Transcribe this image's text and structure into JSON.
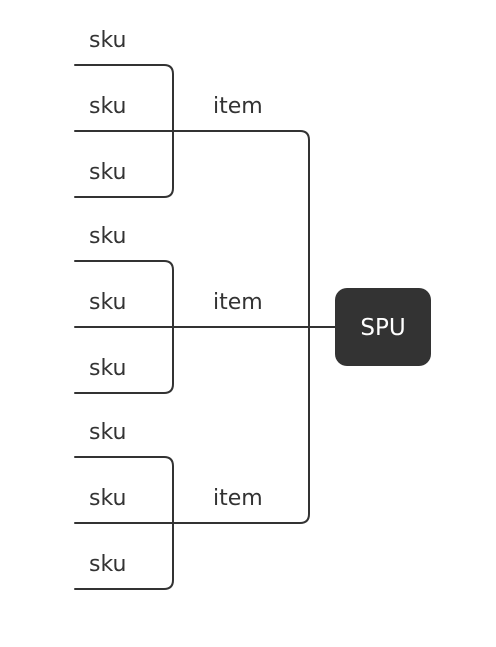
{
  "root": {
    "label": "SPU",
    "fill": "#333333",
    "text_color": "#ffffff"
  },
  "line_color": "#333333",
  "items": [
    {
      "label": "item",
      "skus": [
        {
          "label": "sku"
        },
        {
          "label": "sku"
        },
        {
          "label": "sku"
        }
      ]
    },
    {
      "label": "item",
      "skus": [
        {
          "label": "sku"
        },
        {
          "label": "sku"
        },
        {
          "label": "sku"
        }
      ]
    },
    {
      "label": "item",
      "skus": [
        {
          "label": "sku"
        },
        {
          "label": "sku"
        },
        {
          "label": "sku"
        }
      ]
    }
  ]
}
